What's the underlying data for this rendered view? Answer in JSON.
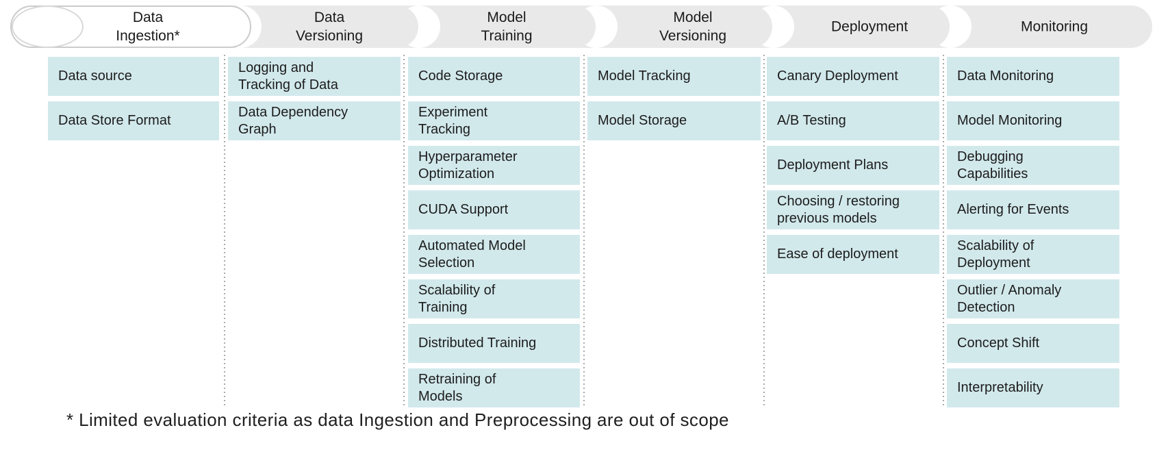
{
  "stages": [
    {
      "label": "Data\nIngestion*",
      "items": [
        "Data source",
        "Data Store Format"
      ]
    },
    {
      "label": "Data\nVersioning",
      "items": [
        "Logging and\nTracking of Data",
        "Data Dependency\nGraph"
      ]
    },
    {
      "label": "Model\nTraining",
      "items": [
        "Code Storage",
        "Experiment\nTracking",
        "Hyperparameter\nOptimization",
        "CUDA Support",
        "Automated Model\nSelection",
        "Scalability of\nTraining",
        "Distributed Training",
        "Retraining of\nModels"
      ]
    },
    {
      "label": "Model\nVersioning",
      "items": [
        "Model Tracking",
        "Model Storage"
      ]
    },
    {
      "label": "Deployment",
      "items": [
        "Canary Deployment",
        "A/B Testing",
        "Deployment Plans",
        "Choosing / restoring\nprevious models",
        "Ease of deployment"
      ]
    },
    {
      "label": "Monitoring",
      "items": [
        "Data Monitoring",
        "Model Monitoring",
        "Debugging\nCapabilities",
        "Alerting for Events",
        "Scalability of\nDeployment",
        "Outlier / Anomaly\nDetection",
        "Concept Shift",
        "Interpretability"
      ]
    }
  ],
  "footnote": "* Limited evaluation criteria as data Ingestion and Preprocessing are out of scope",
  "colors": {
    "box_fill": "#d2e9ec",
    "header_fill": "#e9e9e9",
    "first_stage_fill": "#ffffff",
    "outline_gray": "#cbcbcb",
    "separator_dotted": "#a9a9a9",
    "text": "#1c1c1c"
  }
}
